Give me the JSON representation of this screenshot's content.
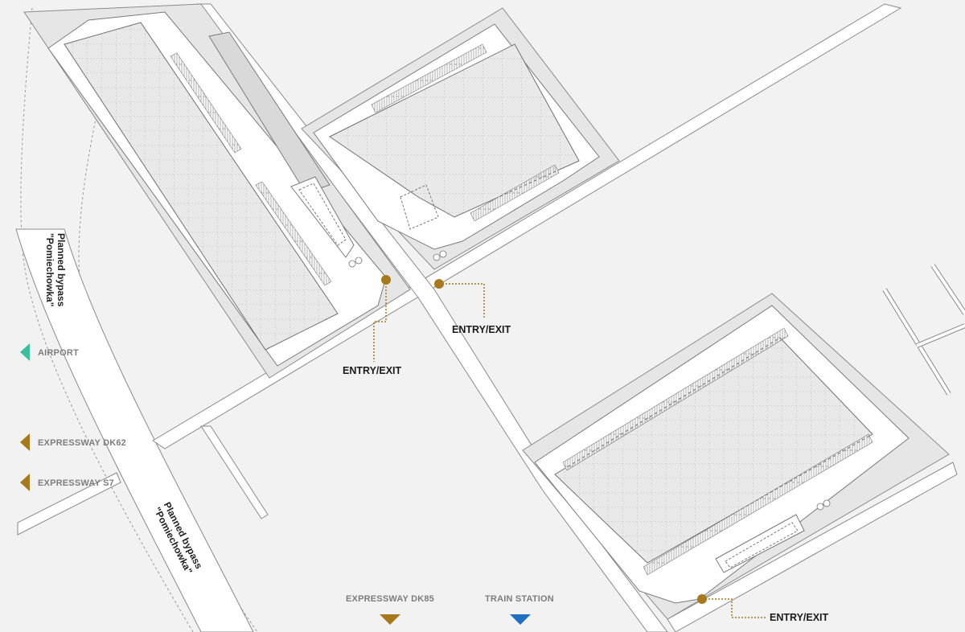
{
  "map": {
    "bypass_labels": [
      "Planned bypass",
      "\"Pomiechowka\""
    ],
    "entries": [
      {
        "label": "ENTRY/EXIT"
      },
      {
        "label": "ENTRY/EXIT"
      },
      {
        "label": "ENTRY/EXIT"
      }
    ],
    "directions": [
      {
        "label": "AIRPORT",
        "color": "#3bbf9f",
        "arrow": "left-triangle"
      },
      {
        "label": "EXPRESSWAY DK62",
        "color": "#a8791c",
        "arrow": "left-triangle"
      },
      {
        "label": "EXPRESSWAY S7",
        "color": "#a8791c",
        "arrow": "left-triangle"
      },
      {
        "label": "EXPRESSWAY DK85",
        "color": "#a8791c",
        "arrow": "down-triangle"
      },
      {
        "label": "TRAIN STATION",
        "color": "#1f6fc4",
        "arrow": "down-triangle"
      }
    ],
    "colors": {
      "background": "#f2f2f2",
      "site": "#e6e6e6",
      "road": "#ffffff",
      "building": "#e9e9e9",
      "outline": "#6f6f6f",
      "entry_marker": "#a8791c",
      "label_text": "#7d7d7d"
    }
  }
}
